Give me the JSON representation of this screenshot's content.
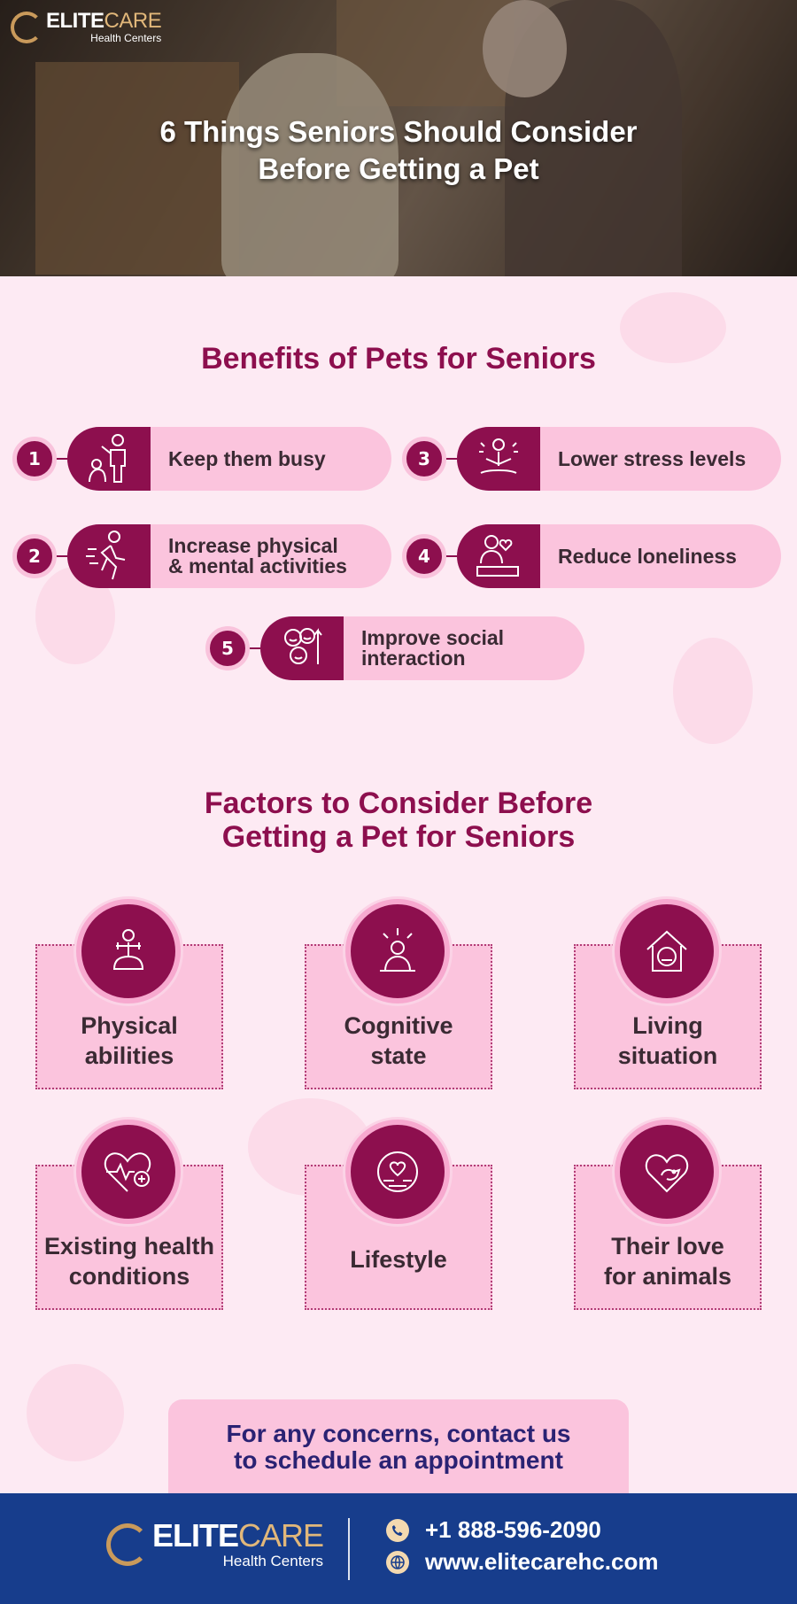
{
  "brand": {
    "name_part1": "ELITE",
    "name_part2": "CARE",
    "tagline": "Health Centers"
  },
  "hero": {
    "title": "6 Things Seniors Should Consider\nBefore Getting a Pet"
  },
  "benefits": {
    "title": "Benefits of Pets for Seniors",
    "items": [
      {
        "number": "1",
        "label": "Keep them busy",
        "icon": "person-with-pet-icon"
      },
      {
        "number": "2",
        "label": "Increase physical\n& mental activities",
        "icon": "running-person-icon"
      },
      {
        "number": "3",
        "label": "Lower stress levels",
        "icon": "meditation-icon"
      },
      {
        "number": "4",
        "label": "Reduce loneliness",
        "icon": "person-with-heart-icon"
      },
      {
        "number": "5",
        "label": "Improve social\ninteraction",
        "icon": "social-faces-icon"
      }
    ]
  },
  "factors": {
    "title": "Factors to Consider Before\nGetting a Pet for Seniors",
    "items": [
      {
        "label": "Physical\nabilities",
        "icon": "exercise-icon"
      },
      {
        "label": "Cognitive\nstate",
        "icon": "thinking-person-icon"
      },
      {
        "label": "Living\nsituation",
        "icon": "home-icon"
      },
      {
        "label": "Existing health\nconditions",
        "icon": "heartbeat-plus-icon"
      },
      {
        "label": "Lifestyle",
        "icon": "lifestyle-icon"
      },
      {
        "label": "Their love\nfor animals",
        "icon": "heart-dog-icon"
      }
    ]
  },
  "cta": {
    "text": "For any concerns, contact us\nto schedule an appointment"
  },
  "footer": {
    "phone": "+1 888-596-2090",
    "website": "www.elitecarehc.com"
  },
  "colors": {
    "accent": "#8d0f4e",
    "pill": "#fbc4dd",
    "footer": "#173d8c",
    "background": "#fdeaf3"
  }
}
